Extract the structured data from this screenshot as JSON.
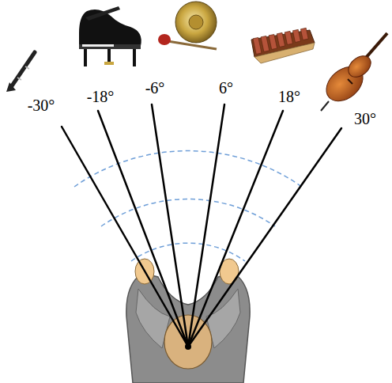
{
  "diagram": {
    "labels": [
      "-30°",
      "-18°",
      "-6°",
      "6°",
      "18°",
      "30°"
    ]
  }
}
